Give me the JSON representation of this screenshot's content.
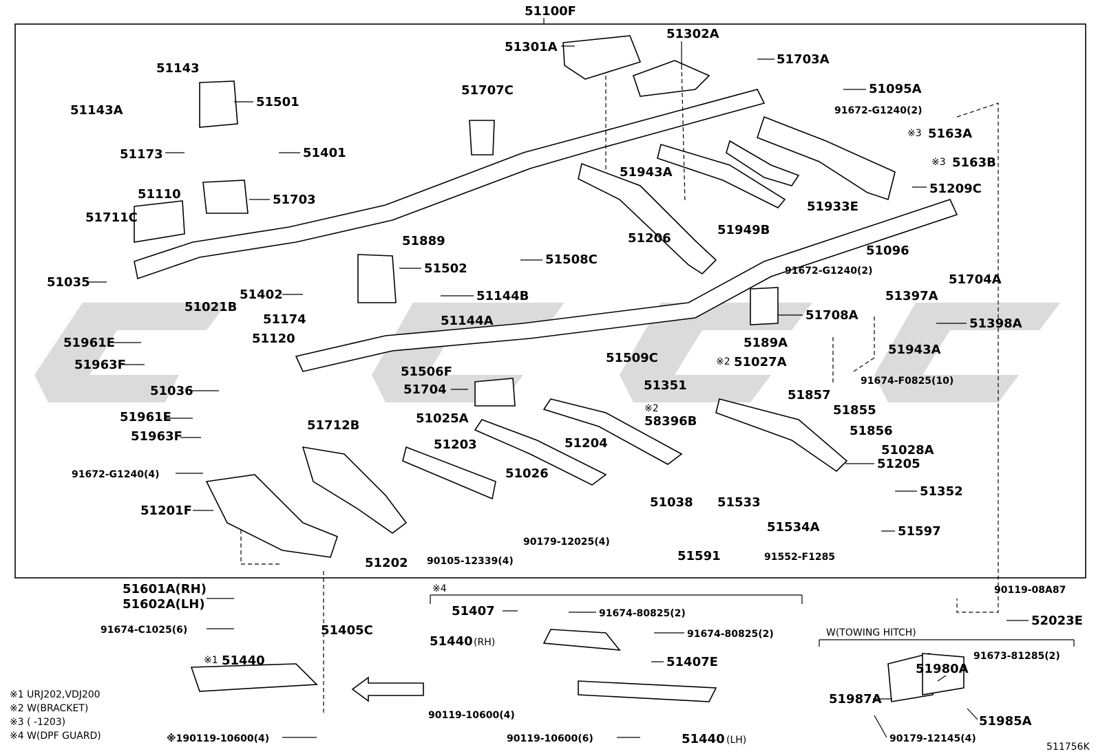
{
  "diagram_code": "511756K",
  "main_assembly": "51100F",
  "labels": {
    "51301A": "51301A",
    "51302A": "51302A",
    "51703A": "51703A",
    "51095A": "51095A",
    "51143": "51143",
    "51143A": "51143A",
    "51501": "51501",
    "51707C": "51707C",
    "bolt_g1240_2a": "91672-G1240(2)",
    "51163A": "5163A",
    "51163A_mark": "※3",
    "51163B": "5163B",
    "51163B_mark": "※3",
    "51173": "51173",
    "51401": "51401",
    "51943A_top": "51943A",
    "51209C": "51209C",
    "51110": "51110",
    "51703": "51703",
    "51933E": "51933E",
    "51711C": "51711C",
    "51206": "51206",
    "51949B": "51949B",
    "51889": "51889",
    "51096": "51096",
    "51508C": "51508C",
    "51035": "51035",
    "51502": "51502",
    "bolt_g1240_2b": "91672-G1240(2)",
    "51704A": "51704A",
    "51402": "51402",
    "51144B": "51144B",
    "51397A": "51397A",
    "51021B": "51021B",
    "51174": "51174",
    "51144A": "51144A",
    "51708A": "51708A",
    "51398A": "51398A",
    "51961E_a": "51961E",
    "51120": "51120",
    "51189A": "5189A",
    "51943A_mid": "51943A",
    "51963F_a": "51963F",
    "51509C": "51509C",
    "51027A": "51027A",
    "51027A_mark": "※2",
    "51506F": "51506F",
    "51036": "51036",
    "51704": "51704",
    "51351": "51351",
    "bolt_f0825": "91674-F0825(10)",
    "51857": "51857",
    "51961E_b": "51961E",
    "51712B": "51712B",
    "51025A": "51025A",
    "58396B_mark": "※2",
    "58396B": "58396B",
    "51855": "51855",
    "51963F_b": "51963F",
    "51856": "51856",
    "51203": "51203",
    "51204": "51204",
    "51028A": "51028A",
    "bolt_g1240_4": "91672-G1240(4)",
    "51205": "51205",
    "51026": "51026",
    "51201F": "51201F",
    "51038": "51038",
    "51533": "51533",
    "51352": "51352",
    "51534A": "51534A",
    "51597": "51597",
    "nut_12025": "90179-12025(4)",
    "51202": "51202",
    "bolt_12339": "90105-12339(4)",
    "51591": "51591",
    "bolt_f1285": "91552-F1285",
    "51601A": "51601A(RH)",
    "51602A": "51602A(LH)",
    "bolt_c1025": "91674-C1025(6)",
    "bolt_08a87": "90119-08A87",
    "51407": "51407",
    "bolt_80825_a": "91674-80825(2)",
    "52023E": "52023E",
    "51405C": "51405C",
    "51440_rh": "51440",
    "rh_suffix": "(RH)",
    "bolt_80825_b": "91674-80825(2)",
    "51407E": "51407E",
    "51440_u": "51440",
    "51440_u_mark": "※1",
    "bolt_10600_4a": "90119-10600(4)",
    "bolt_10600_4b": "※190119-10600(4)",
    "bolt_10600_6": "90119-10600(6)",
    "51440_lh": "51440",
    "lh_suffix": "(LH)",
    "towing_group": "W(TOWING HITCH)",
    "bolt_81285": "91673-81285(2)",
    "51980A": "51980A",
    "51987A": "51987A",
    "51985A": "51985A",
    "nut_12145": "90179-12145(4)",
    "group_mark_4": "※4"
  },
  "notes": [
    "※1 URJ202,VDJ200",
    "※2 W(BRACKET)",
    "※3 (       -1203)",
    "※4 W(DPF GUARD)"
  ],
  "watermark_color": "#cfcfcf"
}
